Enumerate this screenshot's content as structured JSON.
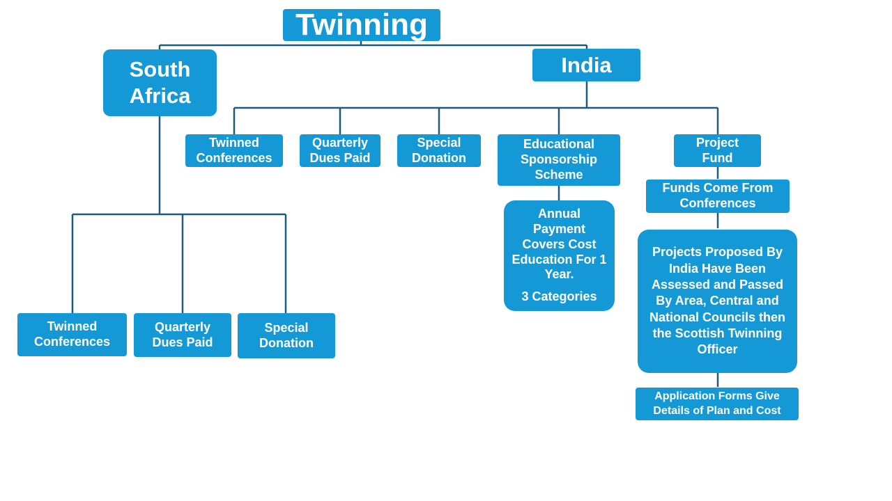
{
  "colors": {
    "node_fill": "#1599D6",
    "node_text": "#FFFFFF",
    "connector": "#1F5A7A",
    "background": "#FFFFFF"
  },
  "root": {
    "label": "Twinning"
  },
  "south_africa": {
    "label": "South Africa",
    "children": [
      {
        "label": "Twinned Conferences"
      },
      {
        "label": "Quarterly Dues Paid"
      },
      {
        "label": "Special Donation"
      }
    ]
  },
  "india": {
    "label": "India",
    "children": [
      {
        "label": "Twinned Conferences"
      },
      {
        "label": "Quarterly Dues Paid"
      },
      {
        "label": "Special Donation"
      },
      {
        "label": "Educational Sponsorship Scheme",
        "detail": {
          "text": "Annual Payment Covers Cost Education For 1 Year.",
          "sub": "3 Categories"
        }
      },
      {
        "label": "Project Fund",
        "chain": [
          {
            "text": "Funds Come From Conferences"
          },
          {
            "text": "Projects Proposed By India Have Been Assessed and Passed By Area, Central and National Councils then the Scottish Twinning Officer"
          },
          {
            "text": "Application Forms Give Details of Plan and Cost"
          }
        ]
      }
    ]
  }
}
